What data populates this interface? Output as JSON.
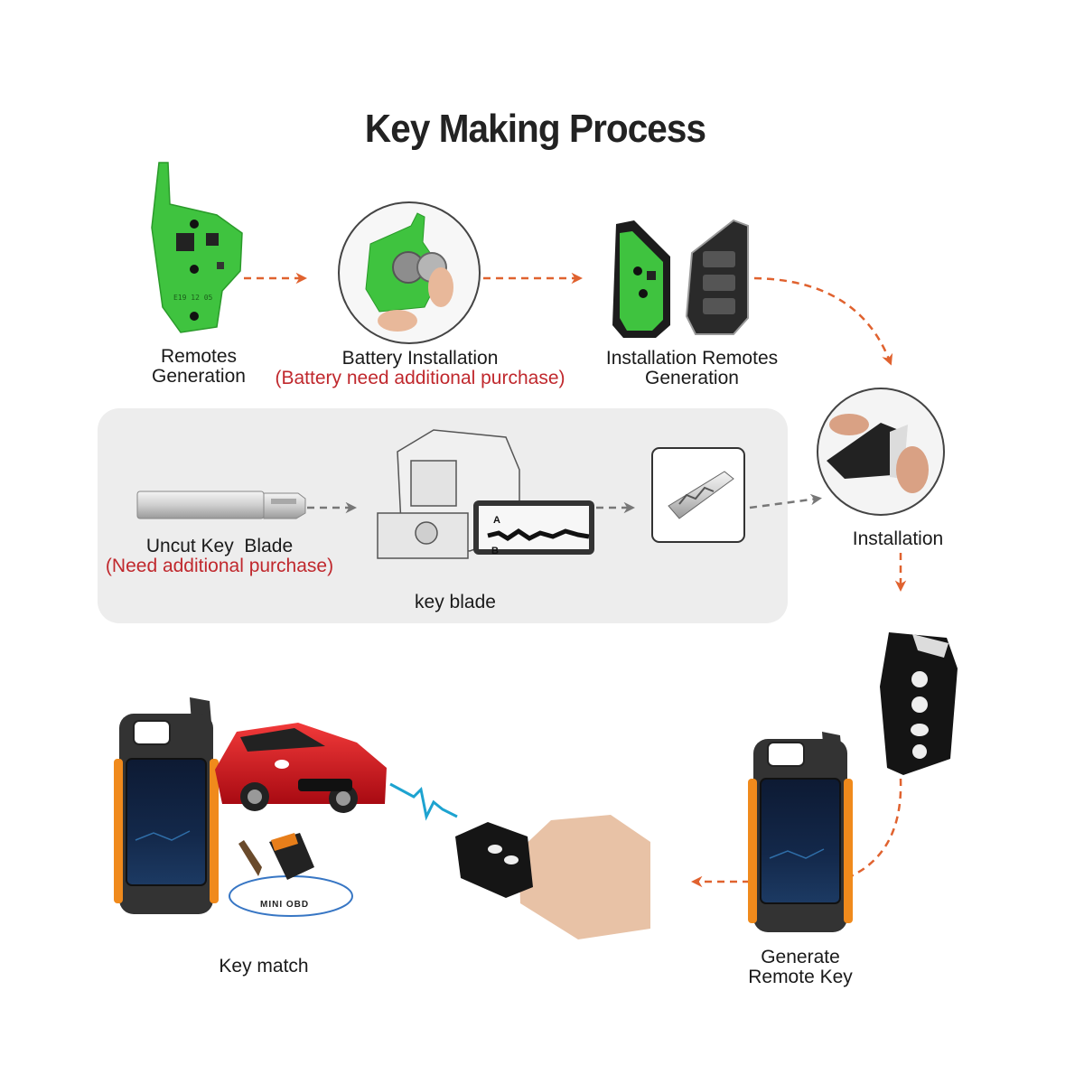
{
  "title": "Key Making Process",
  "steps": {
    "remotes_generation": {
      "label_line1": "Remotes",
      "label_line2": "Generation"
    },
    "battery_installation": {
      "label": "Battery Installation",
      "note": "(Battery need additional purchase)"
    },
    "installation_remotes_generation": {
      "label_line1": "Installation Remotes",
      "label_line2": "Generation"
    },
    "installation": {
      "label": "Installation"
    },
    "uncut_key_blade": {
      "label": "Uncut Key  Blade",
      "note": "(Need additional purchase)"
    },
    "key_blade": {
      "label": "key blade"
    },
    "generate_remote_key": {
      "label_line1": "Generate",
      "label_line2": "Remote Key"
    },
    "key_match": {
      "label": "Key match"
    }
  },
  "key_cutter_screen": {
    "marker_a": "A",
    "marker_b": "B"
  },
  "mini_obd": {
    "text": "MINI OBD"
  },
  "colors": {
    "arrow": "#e0622f",
    "note": "#c0282d",
    "pcb_green": "#3fc33f",
    "device_orange": "#f08a1c",
    "car_red": "#d8101c",
    "panel_gray": "#ededed"
  }
}
